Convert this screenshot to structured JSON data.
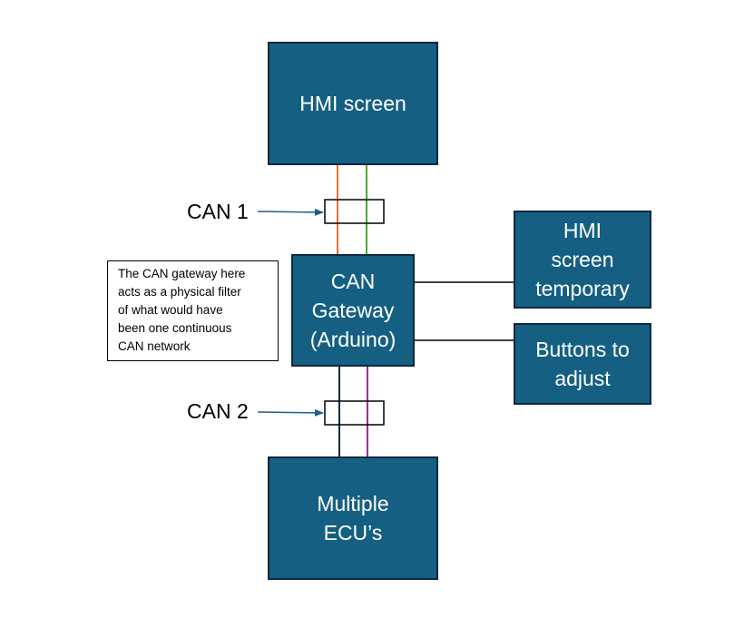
{
  "diagram": {
    "nodes": {
      "hmi_screen": {
        "lines": [
          "HMI screen"
        ]
      },
      "can_gateway": {
        "lines": [
          "CAN",
          "Gateway",
          "(Arduino)"
        ]
      },
      "hmi_temporary": {
        "lines": [
          "HMI",
          "screen",
          "temporary"
        ]
      },
      "buttons": {
        "lines": [
          "Buttons to",
          "adjust"
        ]
      },
      "ecus": {
        "lines": [
          "Multiple",
          "ECU’s"
        ]
      }
    },
    "bus_labels": {
      "can1": "CAN 1",
      "can2": "CAN 2"
    },
    "note": {
      "lines": [
        "The CAN gateway here",
        "acts as a physical filter",
        "of what would have",
        "been one continuous",
        "CAN network"
      ]
    },
    "colors": {
      "box_fill": "#156082",
      "box_border": "#0e2841",
      "box_text": "#ffffff",
      "can1_wire_a": "#e97132",
      "can1_wire_b": "#4ea72e",
      "can2_wire_a": "#0e2841",
      "can2_wire_b": "#a02b93",
      "arrow": "#1f5f8b",
      "connector": "#000000"
    }
  }
}
